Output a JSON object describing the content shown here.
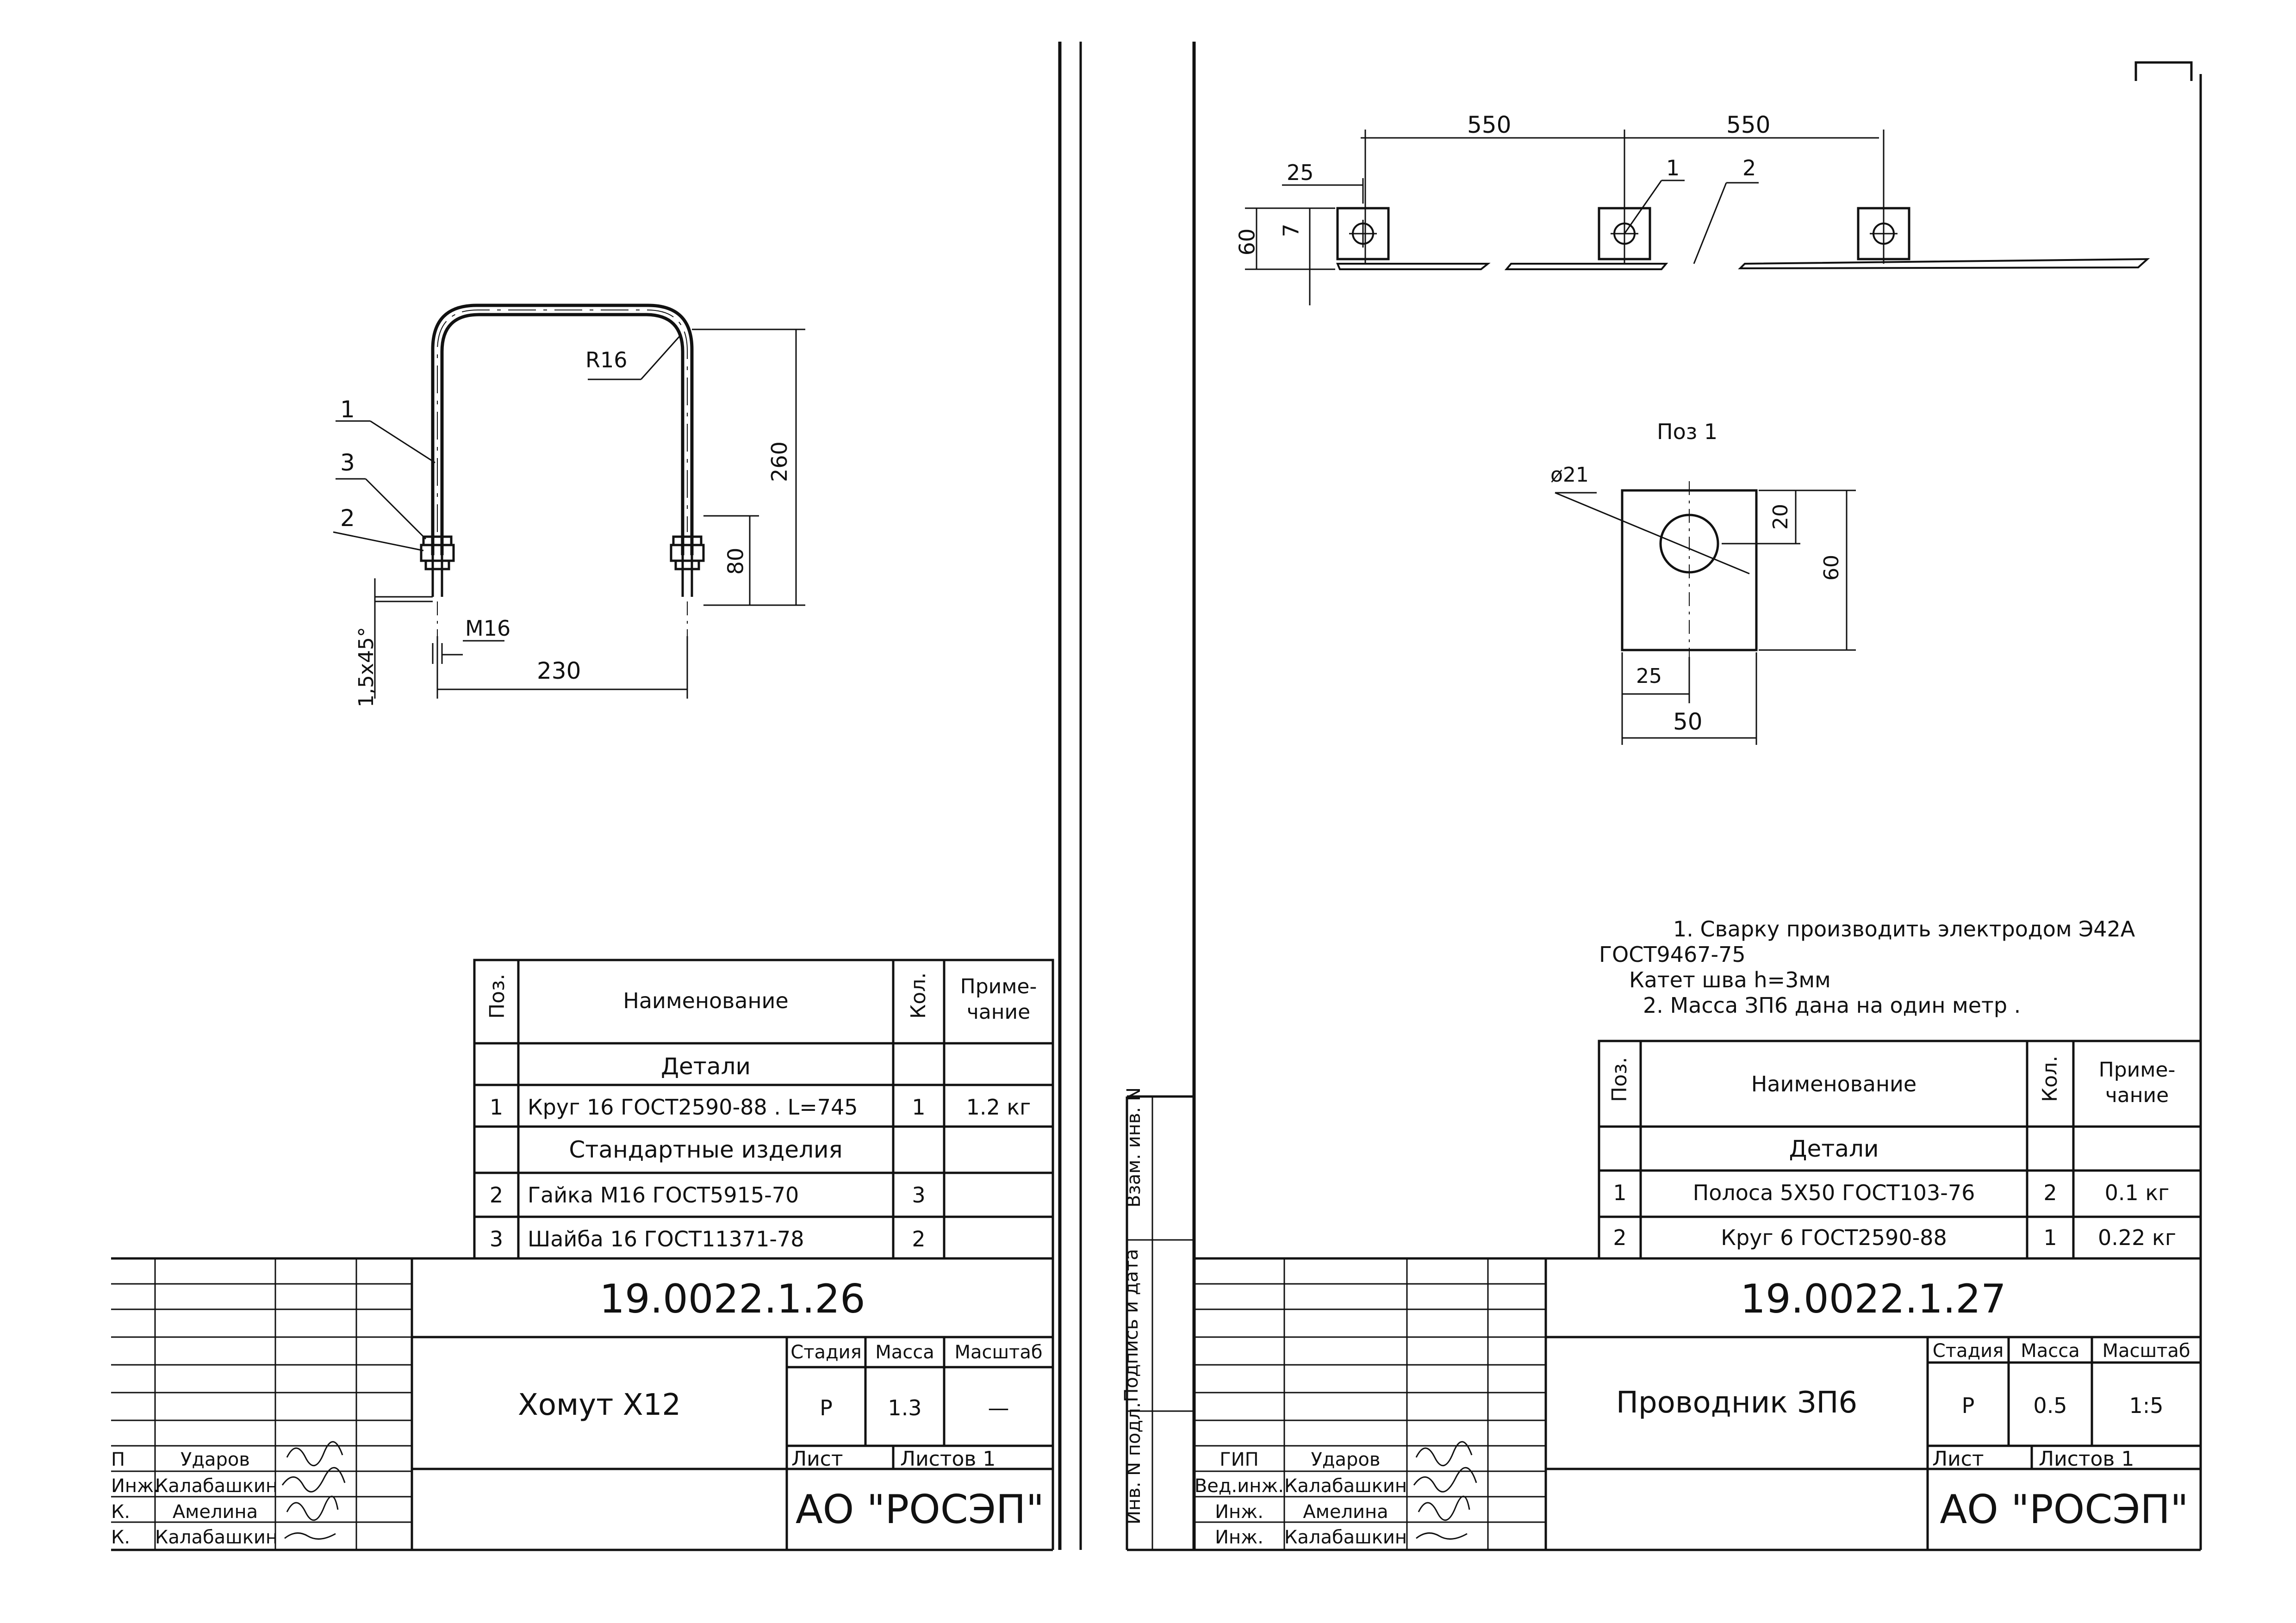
{
  "left": {
    "dims": {
      "r16": "R16",
      "d260": "260",
      "d80": "80",
      "m16": "M16",
      "d230": "230",
      "chamfer": "1,5x45°",
      "p1": "1",
      "p2": "2",
      "p3": "3"
    },
    "spec": {
      "headers": {
        "pos": "Поз.",
        "name": "Наименование",
        "qty": "Кол.",
        "note": "Приме-\nчание"
      },
      "section1": "Детали",
      "section2": "Стандартные изделия",
      "rows": [
        {
          "pos": "1",
          "name": "Круг 16 ГОСТ2590-88 . L=745",
          "qty": "1",
          "note": "1.2 кг"
        },
        {
          "pos": "2",
          "name": "Гайка М16 ГОСТ5915-70",
          "qty": "3",
          "note": ""
        },
        {
          "pos": "3",
          "name": "Шайба 16 ГОСТ11371-78",
          "qty": "2",
          "note": ""
        }
      ]
    },
    "stamp": {
      "code": "19.0022.1.26",
      "title": "Хомут Х12",
      "stage_h": "Стадия",
      "mass_h": "Масса",
      "scale_h": "Масштаб",
      "stage": "Р",
      "mass": "1.3",
      "scale": "—",
      "sheet": "Лист",
      "sheets": "Листов 1",
      "org": "АО \"РОСЭП\"",
      "people": [
        {
          "role": "П",
          "name": "Ударов"
        },
        {
          "role": "Инж.",
          "name": "Калабашкин"
        },
        {
          "role": "К.",
          "name": "Амелина"
        },
        {
          "role": "К.",
          "name": "Калабашкин"
        }
      ]
    }
  },
  "right": {
    "dims": {
      "d550a": "550",
      "d550b": "550",
      "d25": "25",
      "d60": "60",
      "d7": "7",
      "p1": "1",
      "p2": "2"
    },
    "pos1": {
      "title": "Поз 1",
      "dia": "ø21",
      "d20": "20",
      "d60": "60",
      "d25": "25",
      "d50": "50"
    },
    "notes": [
      "1. Сварку производить электродом Э42А",
      "ГОСТ9467-75",
      "Катет шва h=3мм",
      "2. Масса ЗП6 дана  на один метр ."
    ],
    "spec": {
      "headers": {
        "pos": "Поз.",
        "name": "Наименование",
        "qty": "Кол.",
        "note": "Приме-\nчание"
      },
      "section1": "Детали",
      "rows": [
        {
          "pos": "1",
          "name": "Полоса 5Х50 ГОСТ103-76",
          "qty": "2",
          "note": "0.1 кг"
        },
        {
          "pos": "2",
          "name": "Круг 6 ГОСТ2590-88",
          "qty": "1",
          "note": "0.22 кг"
        }
      ]
    },
    "side_labels": [
      "Инв. N подл.",
      "Подпись и дата",
      "Взам. инв. N"
    ],
    "stamp": {
      "code": "19.0022.1.27",
      "title": "Проводник ЗП6",
      "stage_h": "Стадия",
      "mass_h": "Масса",
      "scale_h": "Масштаб",
      "stage": "Р",
      "mass": "0.5",
      "scale": "1:5",
      "sheet": "Лист",
      "sheets": "Листов 1",
      "org": "АО \"РОСЭП\"",
      "people": [
        {
          "role": "ГИП",
          "name": "Ударов"
        },
        {
          "role": "Вед.инж.",
          "name": "Калабашкин"
        },
        {
          "role": "Инж.",
          "name": "Амелина"
        },
        {
          "role": "Инж.",
          "name": "Калабашкин"
        }
      ]
    }
  }
}
